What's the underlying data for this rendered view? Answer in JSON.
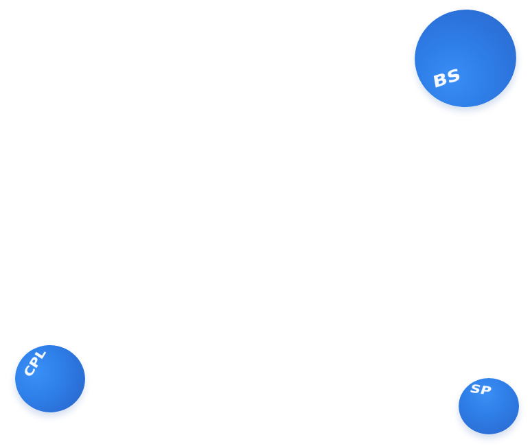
{
  "balls": [
    {
      "label": "BS"
    },
    {
      "label": "CPL"
    },
    {
      "label": "SP"
    }
  ],
  "colors": {
    "ball_blue": "#2f7fe9",
    "label_white": "#f6f9ff",
    "background": "#ffffff"
  }
}
